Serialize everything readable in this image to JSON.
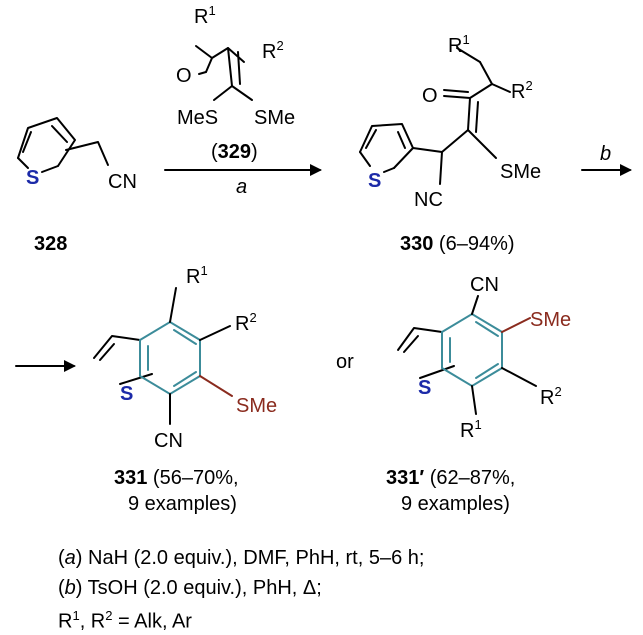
{
  "reagent": {
    "r1": "R",
    "r1_sup": "1",
    "r2": "R",
    "r2_sup": "2",
    "o": "O",
    "sme_left": "MeS",
    "sme_right": "SMe",
    "label_open": "(",
    "label_num": "329",
    "label_close": ")"
  },
  "compound_328": {
    "s": "S",
    "cn": "CN",
    "label": "328"
  },
  "arrow_a": {
    "label": "a"
  },
  "compound_330": {
    "r1": "R",
    "r1_sup": "1",
    "r2": "R",
    "r2_sup": "2",
    "o": "O",
    "s": "S",
    "sme": "SMe",
    "nc": "NC",
    "label_num": "330",
    "label_yield": " (6–94%)"
  },
  "arrow_b": {
    "label": "b"
  },
  "compound_331": {
    "r1": "R",
    "r1_sup": "1",
    "r2": "R",
    "r2_sup": "2",
    "s": "S",
    "sme": "SMe",
    "cn": "CN",
    "label_num": "331",
    "label_yield": " (56–70%,",
    "label_examples": "9 examples)"
  },
  "or_text": "or",
  "compound_331p": {
    "cn": "CN",
    "sme": "SMe",
    "s": "S",
    "r2": "R",
    "r2_sup": "2",
    "r1": "R",
    "r1_sup": "1",
    "label_num": "331′",
    "label_yield": " (62–87%,",
    "label_examples": "9 examples)"
  },
  "conditions": {
    "a_letter": "a",
    "a_text": "NaH (2.0 equiv.), DMF, PhH, rt, 5–6 h;",
    "b_letter": "b",
    "b_text": "TsOH (2.0 equiv.), PhH, Δ;",
    "r_line_r1": "R",
    "r_line_sup1": "1",
    "r_line_mid": ", R",
    "r_line_sup2": "2",
    "r_line_end": " = Alk, Ar"
  }
}
